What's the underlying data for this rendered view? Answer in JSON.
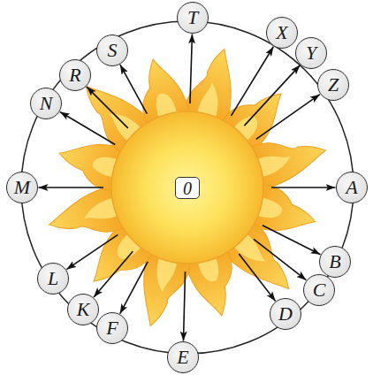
{
  "diagram": {
    "nodes": [
      {
        "text": [
          "0"
        ]
      },
      {
        "text": [
          "T"
        ]
      },
      {
        "text": [
          "X"
        ]
      },
      {
        "text": [
          "Y"
        ]
      },
      {
        "text": [
          "Z"
        ]
      },
      {
        "text": [
          "A"
        ]
      },
      {
        "text": [
          "B"
        ]
      },
      {
        "text": [
          "C"
        ]
      },
      {
        "text": [
          "D"
        ]
      },
      {
        "text": [
          "E"
        ]
      },
      {
        "text": [
          "F"
        ]
      },
      {
        "text": [
          "K"
        ]
      },
      {
        "text": [
          "L"
        ]
      },
      {
        "text": [
          "M"
        ]
      },
      {
        "text": [
          "N"
        ]
      },
      {
        "text": [
          "R"
        ]
      },
      {
        "text": [
          "S"
        ]
      }
    ],
    "edges": [
      {
        "from": 0,
        "to": 1,
        "arrow": "to"
      },
      {
        "from": 0,
        "to": 2,
        "arrow": "to"
      },
      {
        "from": 0,
        "to": 3,
        "arrow": "to"
      },
      {
        "from": 0,
        "to": 4,
        "arrow": "to"
      },
      {
        "from": 0,
        "to": 5,
        "arrow": "to"
      },
      {
        "from": 0,
        "to": 6,
        "arrow": "to"
      },
      {
        "from": 0,
        "to": 7,
        "arrow": "to"
      },
      {
        "from": 0,
        "to": 8,
        "arrow": "to"
      },
      {
        "from": 0,
        "to": 9,
        "arrow": "to"
      },
      {
        "from": 0,
        "to": 10,
        "arrow": "to"
      },
      {
        "from": 0,
        "to": 11,
        "arrow": "to"
      },
      {
        "from": 0,
        "to": 12,
        "arrow": "to"
      },
      {
        "from": 0,
        "to": 13,
        "arrow": "to"
      },
      {
        "from": 0,
        "to": 14,
        "arrow": "to"
      },
      {
        "from": 0,
        "to": 15,
        "arrow": "to"
      },
      {
        "from": 0,
        "to": 16,
        "arrow": "to"
      }
    ]
  }
}
